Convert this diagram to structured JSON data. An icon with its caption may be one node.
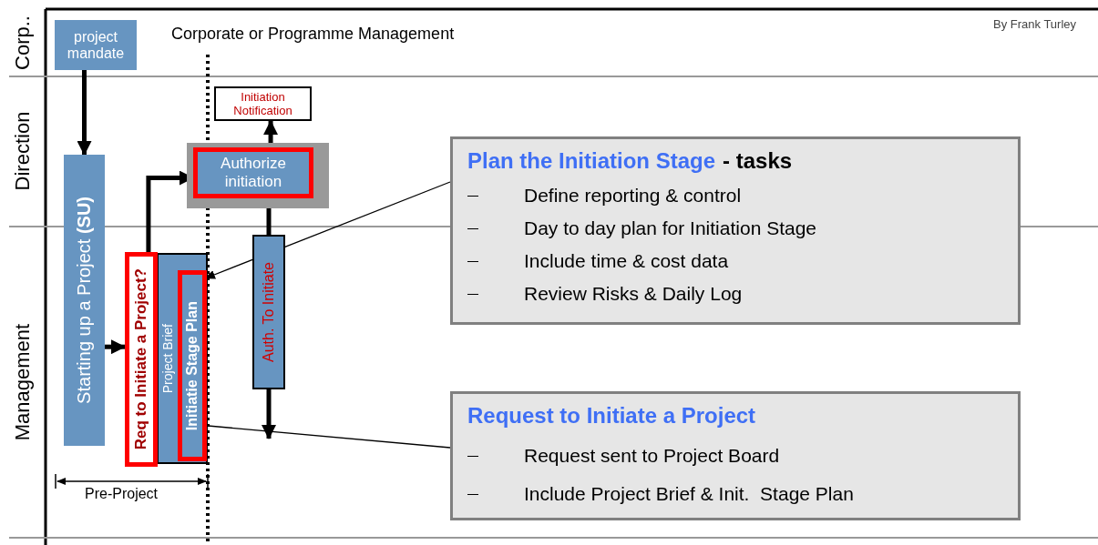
{
  "diagram": {
    "nodes": [
      {
        "text": [
          "project mandate"
        ]
      },
      {
        "text": [
          "Starting up a Project **(SU)**"
        ]
      },
      {
        "text": [
          "Authorize initiation"
        ]
      },
      {
        "text": [
          "Initiation Notification"
        ]
      },
      {
        "text": [
          "Req to Initiate a Project?"
        ]
      },
      {
        "text": [
          "Project Brief"
        ]
      },
      {
        "text": [
          "Initiatie Stage Plan"
        ],
        "in": 5
      },
      {
        "text": [
          "Auth. To Initiate"
        ]
      },
      {
        "text": [
          "Plan the Initiation Stage",
          "- tasks",
          "Define reporting & control",
          "Day to day plan for Initiation Stage",
          "Include time & cost data",
          "Review Risks & Daily Log"
        ]
      },
      {
        "text": [
          "Request to Initiate a Project",
          "Request sent to Project Board",
          "Include Project Brief & Init.  Stage Plan"
        ]
      }
    ],
    "edges": [
      {
        "from": 0,
        "to": 1,
        "arrow": "to"
      },
      {
        "from": 1,
        "to": 4,
        "arrow": "to"
      },
      {
        "from": 4,
        "to": 2,
        "arrow": "to"
      },
      {
        "from": 2,
        "to": 3,
        "arrow": "to"
      },
      {
        "from": 2,
        "to": 7,
        "arrow": "none"
      },
      {
        "from": 7,
        "to": null,
        "arrow": "to"
      },
      {
        "from": 8,
        "to": 6,
        "arrow": "to"
      },
      {
        "from": 9,
        "to": 4,
        "arrow": "to"
      }
    ],
    "labels": [
      "Corp..",
      "Corporate or Programme Management",
      "By Frank Turley",
      "Direction",
      "Management",
      "Pre-Project"
    ]
  }
}
